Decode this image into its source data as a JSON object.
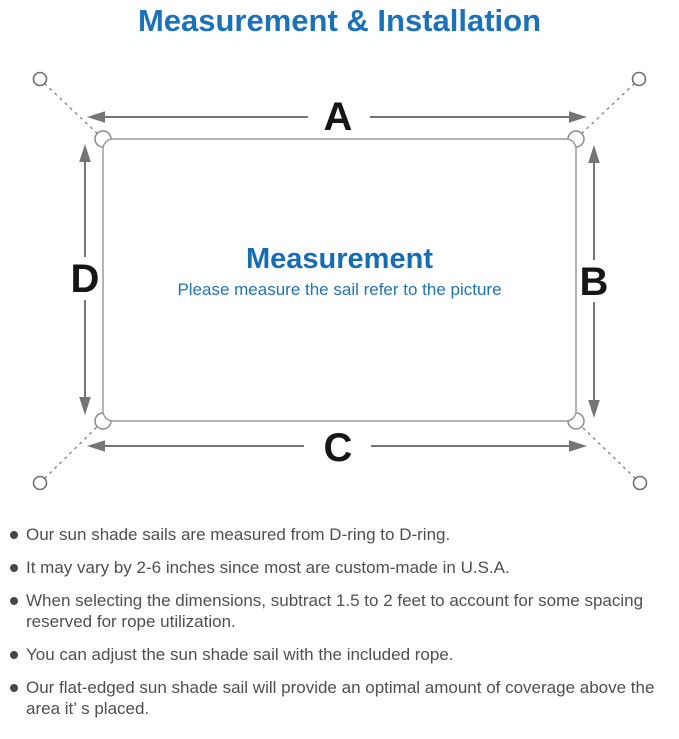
{
  "page": {
    "title": "Measurement & Installation"
  },
  "diagram": {
    "labels": {
      "top": "A",
      "right": "B",
      "bottom": "C",
      "left": "D"
    },
    "center": {
      "heading": "Measurement",
      "subheading": "Please measure the sail refer to the picture"
    },
    "colors": {
      "title_blue": "#1b72b8",
      "heading_blue": "#156db4",
      "subheading_blue": "#1f73b7",
      "arrow_gray": "#757575",
      "outline_gray": "#9b9b9b",
      "text_gray": "#4f4f4f"
    }
  },
  "bullets": {
    "items": [
      {
        "text": "Our sun shade sails are measured from D-ring to D-ring."
      },
      {
        "text": "It may vary by 2-6 inches since most are custom-made in U.S.A."
      },
      {
        "text": "When selecting the dimensions, subtract 1.5 to 2 feet to account for some spacing reserved for rope utilization."
      },
      {
        "text": "You can adjust the sun shade sail with the included rope."
      },
      {
        "text": "Our flat-edged sun shade sail will provide an optimal amount of coverage above the area it’ s placed."
      }
    ]
  }
}
